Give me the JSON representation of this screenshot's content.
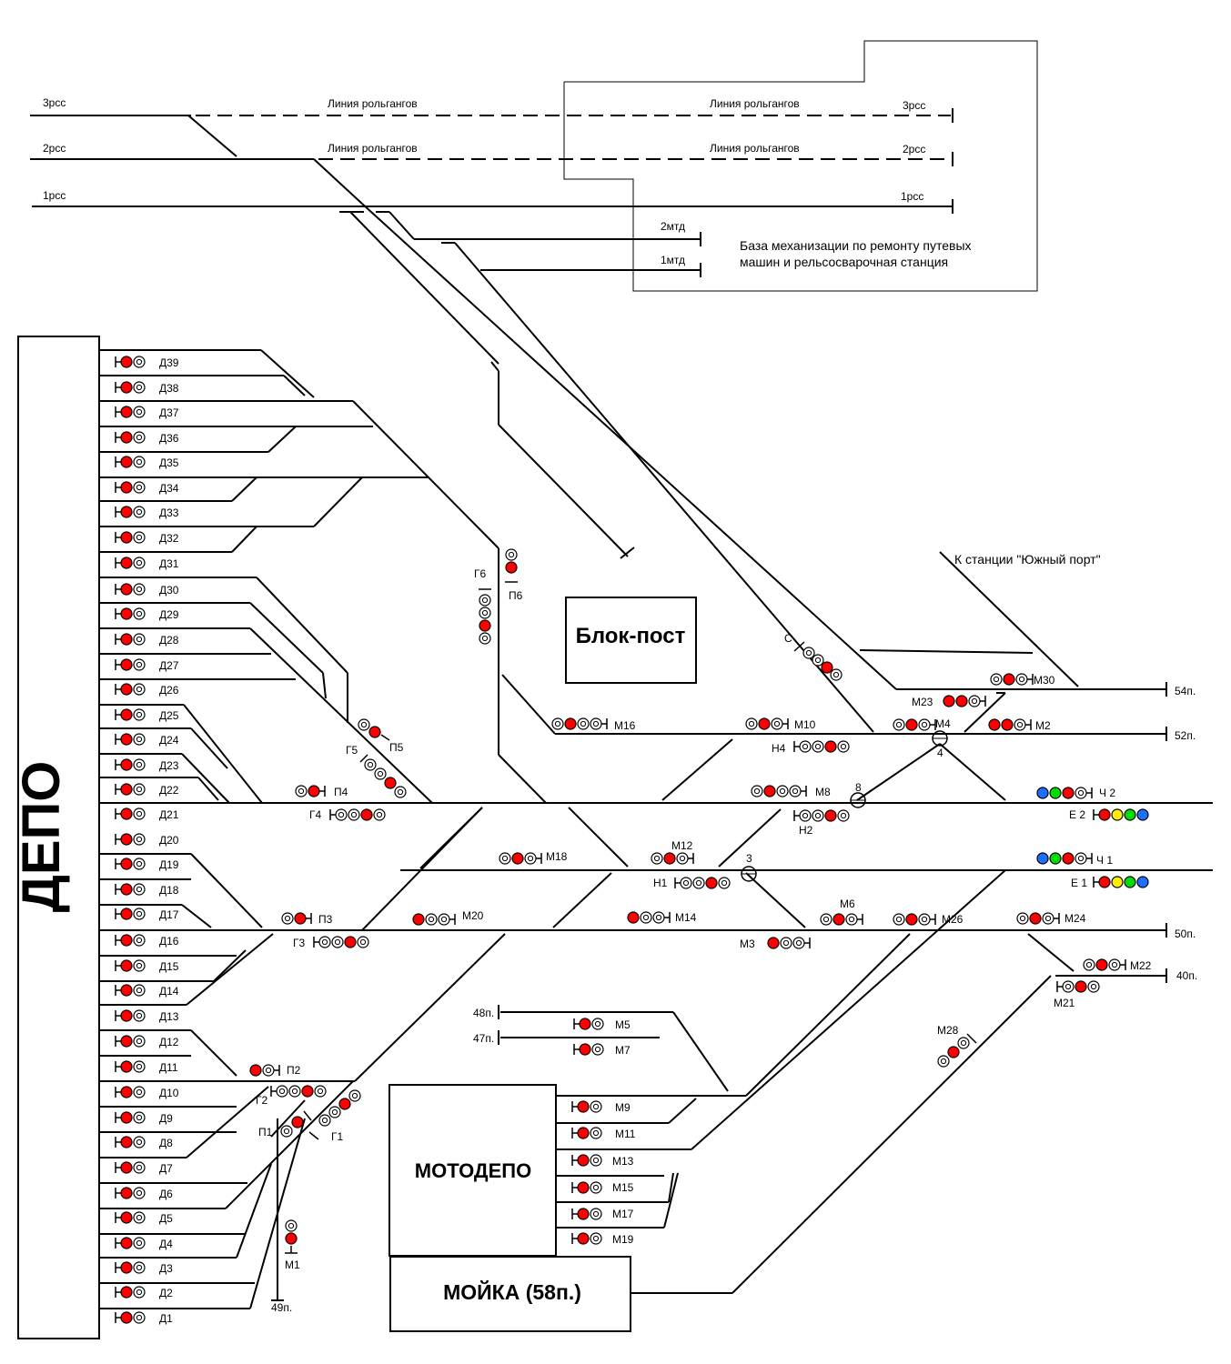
{
  "header": {
    "lines": [
      {
        "left": "3рсс",
        "mid1": "Линия рольгангов",
        "mid2": "Линия рольгангов",
        "right": "3рсс"
      },
      {
        "left": "2рсс",
        "mid1": "Линия рольгангов",
        "mid2": "Линия рольгангов",
        "right": "2рсс"
      },
      {
        "left": "1рсс",
        "right": "1рсс"
      }
    ],
    "mtd": [
      "2мтд",
      "1мтд"
    ],
    "base_line1": "База механизации по ремонту путевых",
    "base_line2": "машин и рельсосварочная станция"
  },
  "buildings": {
    "depo": "ДЕПО",
    "blockpost": "Блок-пост",
    "motodepo": "МОТОДЕПО",
    "moika": "МОЙКА (58п.)"
  },
  "to_port": "К станции \"Южный порт\"",
  "track_ends": [
    "54п.",
    "52п.",
    "50п.",
    "40п.",
    "48п.",
    "47п.",
    "49п."
  ],
  "switch_numbers": [
    "4",
    "8",
    "3"
  ],
  "depo_signals": [
    "Д39",
    "Д38",
    "Д37",
    "Д36",
    "Д35",
    "Д34",
    "Д33",
    "Д32",
    "Д31",
    "Д30",
    "Д29",
    "Д28",
    "Д27",
    "Д26",
    "Д25",
    "Д24",
    "Д23",
    "Д22",
    "Д21",
    "Д20",
    "Д19",
    "Д18",
    "Д17",
    "Д16",
    "Д15",
    "Д14",
    "Д13",
    "Д12",
    "Д11",
    "Д10",
    "Д9",
    "Д8",
    "Д7",
    "Д6",
    "Д5",
    "Д4",
    "Д3",
    "Д2",
    "Д1"
  ],
  "signals": [
    "М30",
    "М23",
    "М4",
    "М2",
    "М16",
    "М10",
    "Н4",
    "С",
    "М8",
    "Н2",
    "П4",
    "Г4",
    "М18",
    "М12",
    "Н1",
    "П3",
    "Г3",
    "М20",
    "М14",
    "М6",
    "М26",
    "М24",
    "М3",
    "М22",
    "М21",
    "М28",
    "М5",
    "М7",
    "П2",
    "Г2",
    "П1",
    "Г1",
    "М9",
    "М11",
    "М13",
    "М15",
    "М17",
    "М19",
    "М1",
    "П5",
    "Г5",
    "П6",
    "Г6",
    "Ч 2",
    "Е 2",
    "Ч 1",
    "Е 1"
  ],
  "colors": {
    "red": "#ff0000",
    "green": "#00dd00",
    "yellow": "#ffee00",
    "blue": "#1e6fff",
    "line": "#000000"
  }
}
